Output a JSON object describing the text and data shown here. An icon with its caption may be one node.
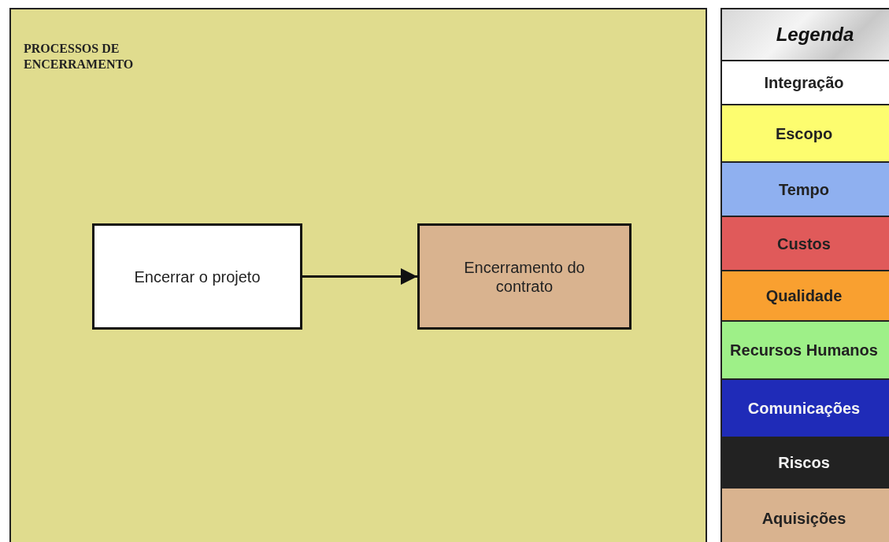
{
  "diagram": {
    "nodes": [
      {
        "text": [
          "PROCESSOS DE ENCERRAMENTO"
        ]
      },
      {
        "text": [
          "Encerrar o projeto"
        ],
        "in": 0
      },
      {
        "text": [
          "Encerramento do contrato"
        ],
        "in": 0
      }
    ],
    "edges": [
      {
        "from": 1,
        "to": 2,
        "arrow": "to"
      }
    ],
    "labels": [
      "Legenda"
    ],
    "legend": [
      {
        "text": "Integração",
        "color": "#ffffff"
      },
      {
        "text": "Escopo",
        "color": "#fdfd6f"
      },
      {
        "text": "Tempo",
        "color": "#8fb0f0"
      },
      {
        "text": "Custos",
        "color": "#e05a5a"
      },
      {
        "text": "Qualidade",
        "color": "#f9a030"
      },
      {
        "text": "Recursos Humanos",
        "color": "#9ef088"
      },
      {
        "text": "Comunicações",
        "color": "#1f2bb8"
      },
      {
        "text": "Riscos",
        "color": "#222222"
      },
      {
        "text": "Aquisições",
        "color": "#d9b38f"
      }
    ]
  }
}
